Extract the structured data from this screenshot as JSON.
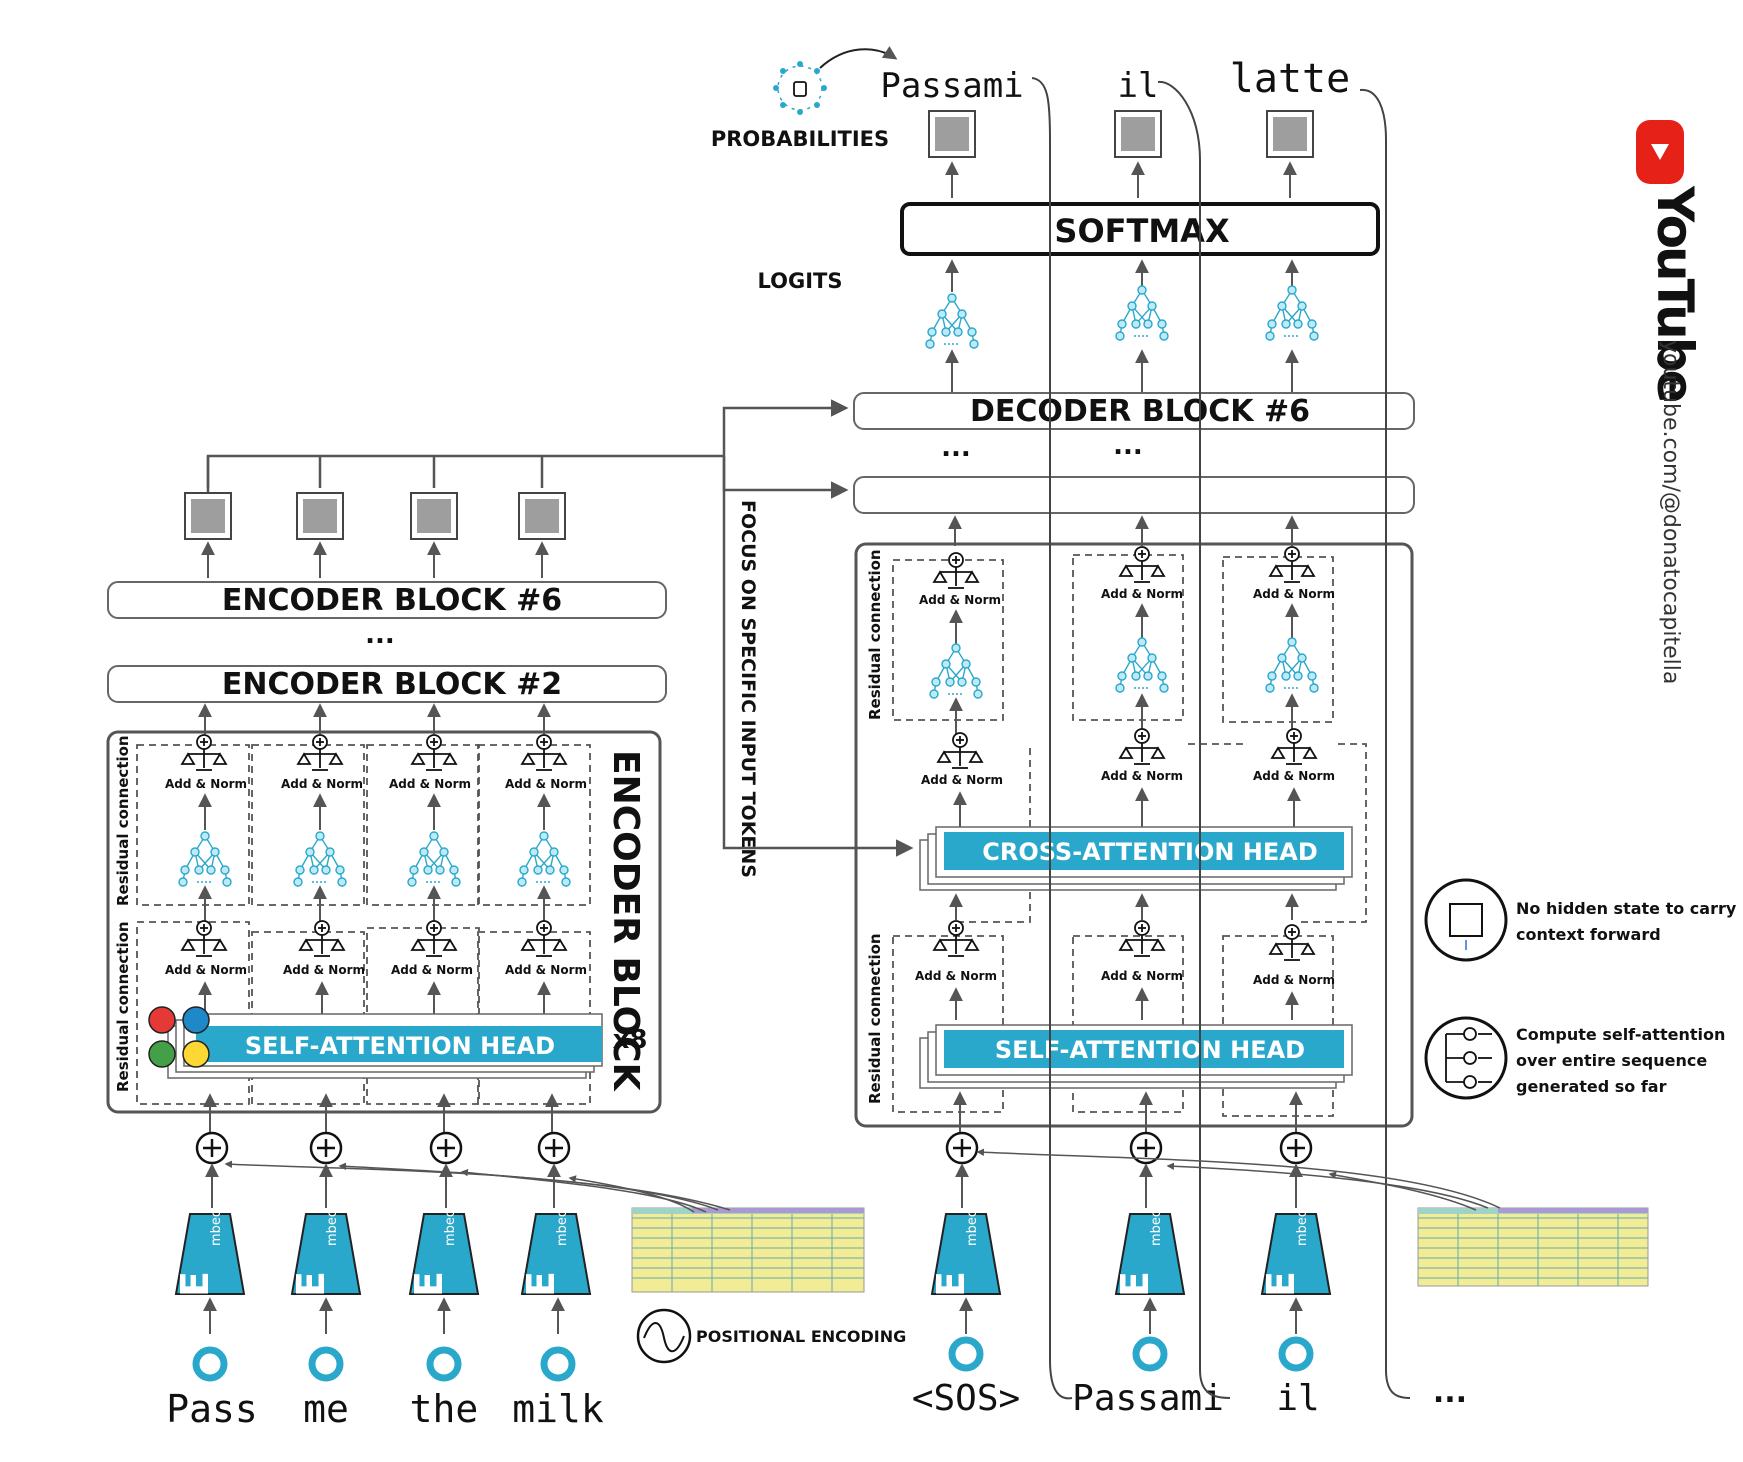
{
  "output_tokens": [
    "Passami",
    "il",
    "latte"
  ],
  "probabilities_label": "PROBABILITIES",
  "softmax_label": "SOFTMAX",
  "logits_label": "LOGITS",
  "decoder_top_label": "DECODER BLOCK #6",
  "ellipsis": "...",
  "focus_label": "FOCUS ON SPECIFIC INPUT TOKENS",
  "encoder_block_6": "ENCODER BLOCK #6",
  "encoder_block_2": "ENCODER BLOCK #2",
  "encoder_block_label": "ENCODER BLOCK",
  "add_norm": "Add & Norm",
  "residual_connection": "Residual connection",
  "self_attention_head": "SELF-ATTENTION HEAD",
  "cross_attention_head": "CROSS-ATTENTION HEAD",
  "heads_multiplier": "x8",
  "embed_label": "mbed",
  "embed_initial": "E",
  "positional_encoding": "POSITIONAL ENCODING",
  "encoder_inputs": [
    "Pass",
    "me",
    "the",
    "milk"
  ],
  "decoder_inputs": [
    "<SOS>",
    "Passami",
    "il",
    "..."
  ],
  "note_no_hidden_state_1": "No hidden state to carry",
  "note_no_hidden_state_2": "context forward",
  "note_self_attention_1": "Compute self-attention",
  "note_self_attention_2": "over entire sequence",
  "note_self_attention_3": "generated so far",
  "youtube_brand": "YouTube",
  "youtube_url": "youtube.com/@donatocapitella",
  "colors": {
    "accent": "#2aa8cc",
    "youtube_red": "#e62117",
    "prob_gray": "#9e9e9e"
  }
}
